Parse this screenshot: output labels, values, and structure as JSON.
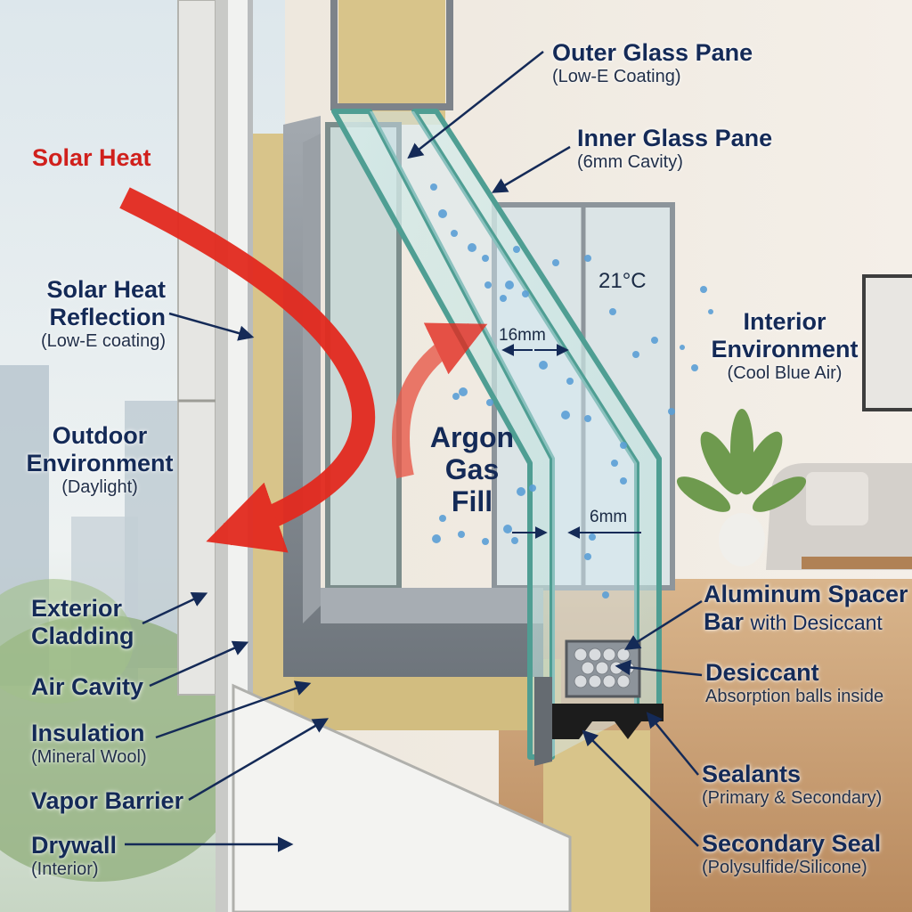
{
  "colors": {
    "label_navy": "#142a57",
    "solar_red": "#d0201c",
    "glass_teal": "#5fb0a4",
    "insulation": "#d8c48a",
    "frame_gray": "#8a9097"
  },
  "labels": {
    "outer_glass": {
      "title": "Outer Glass Pane",
      "sub": "(Low-E Coating)"
    },
    "inner_glass": {
      "title": "Inner Glass Pane",
      "sub": "(6mm Cavity)"
    },
    "solar_heat": "Solar Heat",
    "solar_reflection": {
      "line1": "Solar Heat",
      "line2": "Reflection",
      "sub": "(Low-E coating)"
    },
    "outdoor": {
      "line1": "Outdoor",
      "line2": "Environment",
      "sub": "(Daylight)"
    },
    "exterior_cladding": {
      "line1": "Exterior",
      "line2": "Cladding"
    },
    "air_cavity": "Air Cavity",
    "insulation": {
      "title": "Insulation",
      "sub": "(Mineral Wool)"
    },
    "vapor_barrier": "Vapor Barrier",
    "drywall": {
      "title": "Drywall",
      "sub": "(Interior)"
    },
    "interior": {
      "line1": "Interior",
      "line2": "Environment",
      "sub": "(Cool Blue Air)"
    },
    "temperature": "21°C",
    "gap_width": "16mm",
    "pane_thickness": "6mm",
    "argon": {
      "line1": "Argon",
      "line2": "Gas",
      "line3": "Fill"
    },
    "spacer": {
      "line1": "Aluminum Spacer",
      "line2": "Bar",
      "line2_rest": "with Desiccant"
    },
    "desiccant": {
      "title": "Desiccant",
      "sub": "Absorption balls inside"
    },
    "sealants": {
      "title": "Sealants",
      "sub": "(Primary & Secondary)"
    },
    "secondary_seal": {
      "title": "Secondary Seal",
      "sub": "(Polysulfide/Silicone)"
    }
  }
}
